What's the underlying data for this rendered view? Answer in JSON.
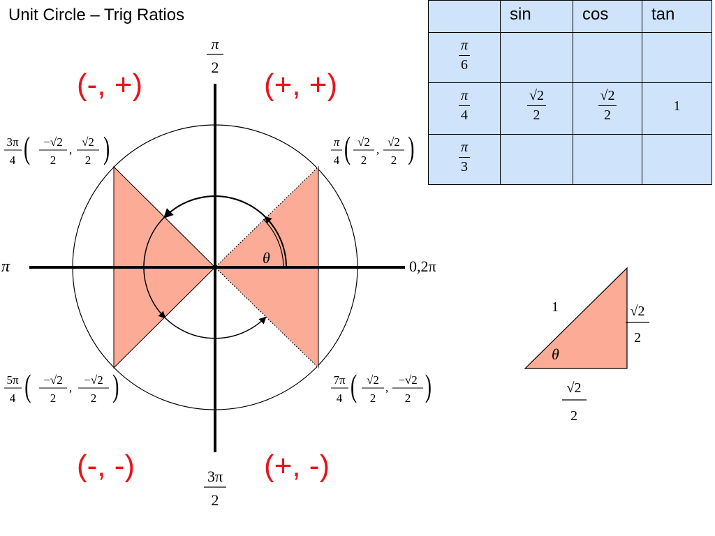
{
  "title": "Unit Circle – Trig Ratios",
  "colors": {
    "fill": "#fcab96",
    "signs": "#e8141b",
    "table_bg": "#cfe3fb"
  },
  "diagram": {
    "axis_labels": {
      "top_num": "π",
      "top_den": "2",
      "left": "π",
      "right": "0,2π",
      "bottom_num": "3π",
      "bottom_den": "2"
    },
    "signs": {
      "q1": "(+, +)",
      "q2": "(-, +)",
      "q3": "(-, -)",
      "q4": "(+, -)"
    },
    "theta": "θ",
    "points": {
      "q1": {
        "angle_num": "π",
        "angle_den": "4",
        "x_num": "√2",
        "x_den": "2",
        "y_num": "√2",
        "y_den": "2"
      },
      "q2": {
        "angle_num": "3π",
        "angle_den": "4",
        "x_num": "−√2",
        "x_den": "2",
        "y_num": "√2",
        "y_den": "2"
      },
      "q3": {
        "angle_num": "5π",
        "angle_den": "4",
        "x_num": "−√2",
        "x_den": "2",
        "y_num": "−√2",
        "y_den": "2"
      },
      "q4": {
        "angle_num": "7π",
        "angle_den": "4",
        "x_num": "√2",
        "x_den": "2",
        "y_num": "−√2",
        "y_den": "2"
      }
    }
  },
  "table": {
    "headers": [
      "",
      "sin",
      "cos",
      "tan"
    ],
    "rows": [
      {
        "angle_num": "π",
        "angle_den": "6",
        "sin_num": "",
        "sin_den": "",
        "cos_num": "",
        "cos_den": "",
        "tan": ""
      },
      {
        "angle_num": "π",
        "angle_den": "4",
        "sin_num": "√2",
        "sin_den": "2",
        "cos_num": "√2",
        "cos_den": "2",
        "tan": "1"
      },
      {
        "angle_num": "π",
        "angle_den": "3",
        "sin_num": "",
        "sin_den": "",
        "cos_num": "",
        "cos_den": "",
        "tan": ""
      }
    ]
  },
  "triangle": {
    "hypotenuse": "1",
    "theta": "θ",
    "opposite_num": "√2",
    "opposite_den": "2",
    "adjacent_num": "√2",
    "adjacent_den": "2"
  }
}
